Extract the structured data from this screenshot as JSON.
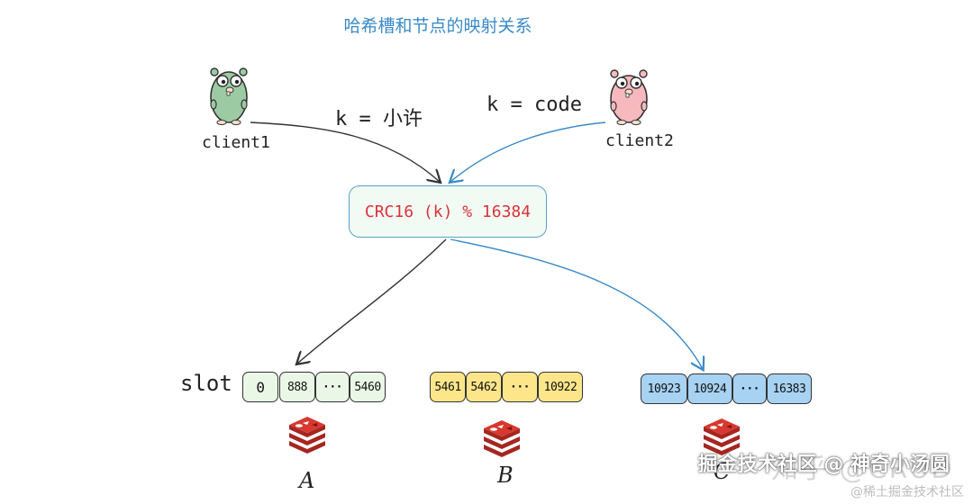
{
  "title": "哈希槽和节点的映射关系",
  "clients": [
    {
      "name": "client1",
      "key_expr": "k = 小许"
    },
    {
      "name": "client2",
      "key_expr": "k = code"
    }
  ],
  "formula": "CRC16 (k) % 16384",
  "slot_label": "slot",
  "nodes": [
    {
      "name": "A",
      "slots": [
        "0",
        "888",
        "···",
        "5460"
      ],
      "color": "#eaf7e6"
    },
    {
      "name": "B",
      "slots": [
        "5461",
        "5462",
        "···",
        "10922"
      ],
      "color": "#fde68a"
    },
    {
      "name": "C",
      "slots": [
        "10923",
        "10924",
        "···",
        "16383"
      ],
      "color": "#a7d2f2"
    }
  ],
  "colors": {
    "title": "#3a8ac7",
    "formula_text": "#d9333a",
    "formula_border": "#5aa0c8",
    "arrow_dark": "#333333",
    "arrow_blue": "#3a8ac7",
    "redis_icon": "#c9302c"
  },
  "icons": [
    "gopher-green-icon",
    "gopher-pink-icon",
    "redis-icon"
  ],
  "watermark": {
    "main": "掘金技术社区 @ 神奇小汤圆",
    "faint": "知乎 @CRUD",
    "small": "@稀土掘金技术社区"
  }
}
